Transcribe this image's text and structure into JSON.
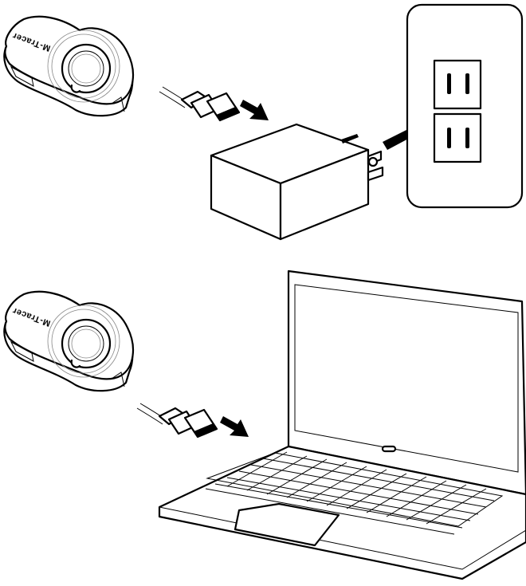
{
  "device": {
    "brand_label": "M-Tracer"
  },
  "scenes": [
    {
      "name": "charge-from-ac-adapter"
    },
    {
      "name": "charge-from-laptop"
    }
  ]
}
